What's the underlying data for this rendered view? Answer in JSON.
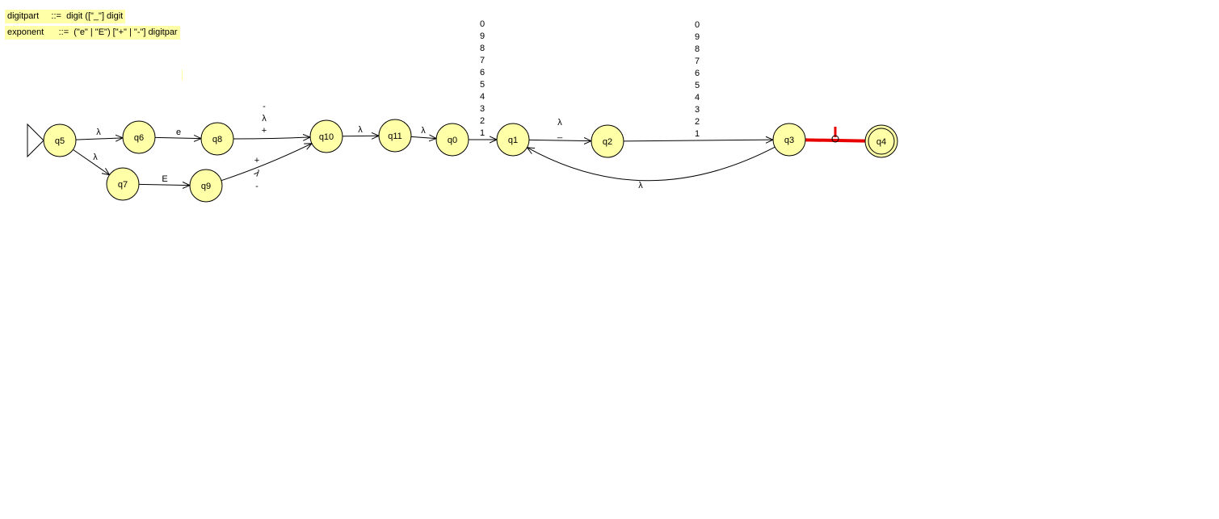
{
  "notes": [
    "digitpart     ::=  digit ([\"_\"] digit",
    "exponent      ::=  (\"e\" | \"E\") [\"+\" | \"-\"] digitpar"
  ],
  "colors": {
    "state_fill": "#ffffa8",
    "note_fill": "#ffffa8",
    "highlight_edge": "#e80000"
  },
  "states": [
    "q5",
    "q6",
    "q7",
    "q8",
    "q9",
    "q10",
    "q11",
    "q0",
    "q1",
    "q2",
    "q3",
    "q4"
  ],
  "initial_state": "q5",
  "final_states": [
    "q4"
  ],
  "transitions": [
    {
      "from": "q5",
      "to": "q6",
      "labels": [
        "λ"
      ]
    },
    {
      "from": "q5",
      "to": "q7",
      "labels": [
        "λ"
      ]
    },
    {
      "from": "q6",
      "to": "q8",
      "labels": [
        "e"
      ]
    },
    {
      "from": "q7",
      "to": "q9",
      "labels": [
        "E"
      ]
    },
    {
      "from": "q8",
      "to": "q10",
      "labels": [
        "-",
        "λ",
        "+"
      ]
    },
    {
      "from": "q9",
      "to": "q10",
      "labels": [
        "+",
        "λ",
        "-"
      ]
    },
    {
      "from": "q10",
      "to": "q11",
      "labels": [
        "λ"
      ]
    },
    {
      "from": "q11",
      "to": "q0",
      "labels": [
        "λ"
      ]
    },
    {
      "from": "q0",
      "to": "q1",
      "labels": [
        "0",
        "9",
        "8",
        "7",
        "6",
        "5",
        "4",
        "3",
        "2",
        "1"
      ]
    },
    {
      "from": "q1",
      "to": "q2",
      "labels": [
        "λ",
        "_"
      ]
    },
    {
      "from": "q2",
      "to": "q3",
      "labels": [
        "0",
        "9",
        "8",
        "7",
        "6",
        "5",
        "4",
        "3",
        "2",
        "1"
      ]
    },
    {
      "from": "q3",
      "to": "q1",
      "labels": [
        "λ"
      ]
    },
    {
      "from": "q3",
      "to": "q4",
      "labels": []
    }
  ]
}
